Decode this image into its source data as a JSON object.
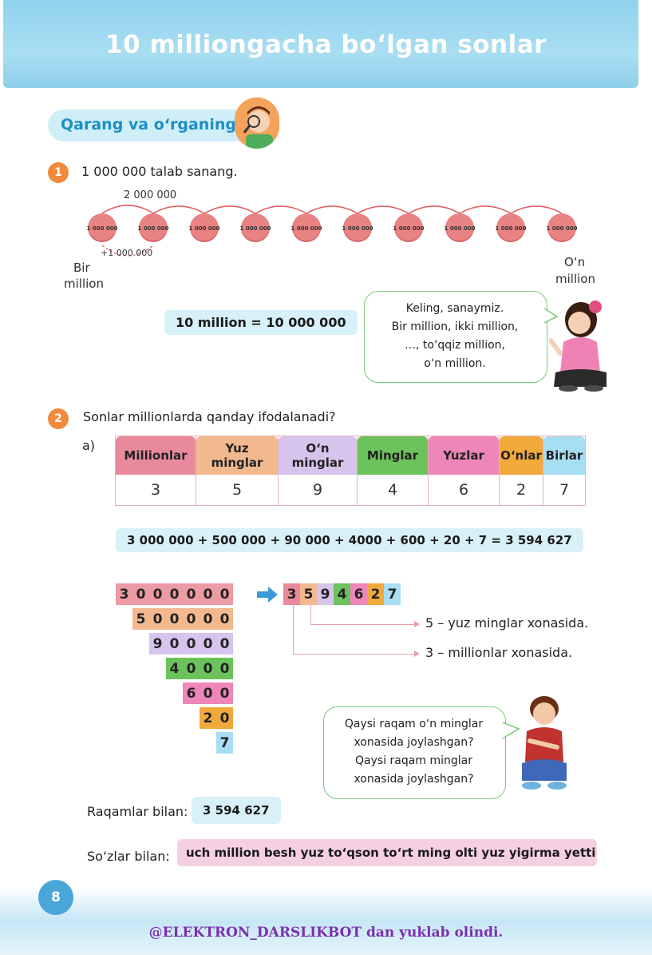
{
  "header": {
    "title": "10 milliongacha bo‘lgan sonlar"
  },
  "section": {
    "label": "Qarang va o‘rganing"
  },
  "task1": {
    "number": "1",
    "instruction": "1 000 000 talab sanang.",
    "coin_label": "1 000 000",
    "coin_count": 10,
    "jump_top_label": "2 000 000",
    "jump_bottom_label": "+1 000 000",
    "start_label_line1": "Bir",
    "start_label_line2": "million",
    "end_label_line1": "O‘n",
    "end_label_line2": "million",
    "equation": "10 million = 10 000 000",
    "bubble_lines": [
      "Keling, sanaymiz.",
      "Bir million, ikki million,",
      "…, to‘qqiz million,",
      "o‘n million."
    ]
  },
  "task2": {
    "number": "2",
    "question": "Sonlar millionlarda qanday ifodalanadi?",
    "part_label": "a)",
    "table": {
      "columns": [
        {
          "label": "Millionlar",
          "value": "3",
          "color": "#e98a9c"
        },
        {
          "label": "Yuz\nminglar",
          "value": "5",
          "color": "#f3b98e"
        },
        {
          "label": "O‘n\nminglar",
          "value": "9",
          "color": "#d6c4ec"
        },
        {
          "label": "Minglar",
          "value": "4",
          "color": "#6cc25b"
        },
        {
          "label": "Yuzlar",
          "value": "6",
          "color": "#ee86b9"
        },
        {
          "label": "O‘nlar",
          "value": "2",
          "color": "#f2a93b"
        },
        {
          "label": "Birlar",
          "value": "7",
          "color": "#a8def3"
        }
      ]
    },
    "expanded_sum": "3 000 000 + 500 000 + 90 000 + 4000 + 600 + 20 + 7 = 3 594 627",
    "stair_rows": [
      {
        "digits": [
          "3",
          "0",
          "0",
          "0",
          "0",
          "0",
          "0"
        ],
        "color": "#ec9aa4"
      },
      {
        "digits": [
          "5",
          "0",
          "0",
          "0",
          "0",
          "0"
        ],
        "color": "#f3b98e"
      },
      {
        "digits": [
          "9",
          "0",
          "0",
          "0",
          "0"
        ],
        "color": "#d6c4ec"
      },
      {
        "digits": [
          "4",
          "0",
          "0",
          "0"
        ],
        "color": "#6cc25b"
      },
      {
        "digits": [
          "6",
          "0",
          "0"
        ],
        "color": "#ee86b9"
      },
      {
        "digits": [
          "2",
          "0"
        ],
        "color": "#f2a93b"
      },
      {
        "digits": [
          "7"
        ],
        "color": "#a8def3"
      }
    ],
    "result_digits": [
      "3",
      "5",
      "9",
      "4",
      "6",
      "2",
      "7"
    ],
    "note_5": "5 – yuz minglar xonasida.",
    "note_3": "3 – millionlar xonasida.",
    "bubble_lines": [
      "Qaysi raqam o‘n minglar",
      "xonasida joylashgan?",
      "Qaysi raqam minglar",
      "xonasida joylashgan?"
    ],
    "digits_label": "Raqamlar bilan:",
    "digits_value": "3 594 627",
    "words_label": "So‘zlar bilan:",
    "words_value": "uch million besh yuz to‘qson to‘rt ming olti yuz yigirma yetti"
  },
  "footer": {
    "page_number": "8",
    "note": "@ELEKTRON_DARSLIKBOT dan yuklab olindi."
  },
  "colors": {
    "accent_blue": "#1d8fc5",
    "badge_orange": "#f08a3c",
    "bubble_green": "#7cc77a"
  }
}
